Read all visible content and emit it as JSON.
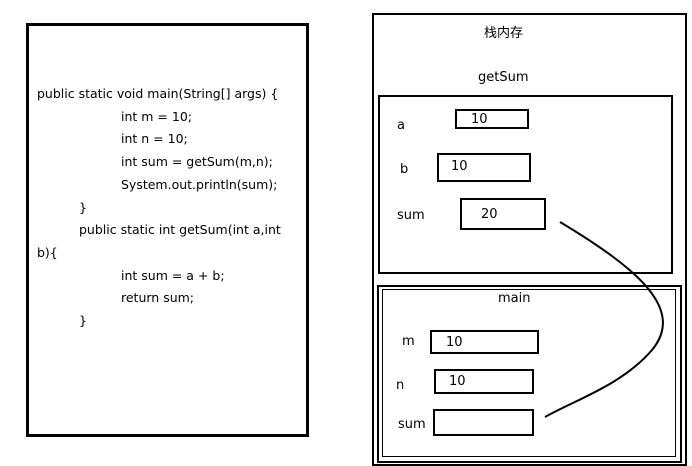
{
  "code": {
    "lines": [
      "public static void main(String[] args) {",
      "int m = 10;",
      "int n = 10;",
      "int sum = getSum(m,n);",
      "System.out.println(sum);",
      "}",
      "public static int getSum(int a,int",
      "b){",
      "int sum = a + b;",
      "return sum;",
      "}"
    ]
  },
  "stack": {
    "title": "栈内存",
    "getsum_frame": {
      "title": "getSum",
      "vars": [
        {
          "name": "a",
          "value": "10"
        },
        {
          "name": "b",
          "value": "10"
        },
        {
          "name": "sum",
          "value": "20"
        }
      ]
    },
    "main_frame": {
      "title": "main",
      "vars": [
        {
          "name": "m",
          "value": "10"
        },
        {
          "name": "n",
          "value": "10"
        },
        {
          "name": "sum",
          "value": ""
        }
      ]
    }
  }
}
